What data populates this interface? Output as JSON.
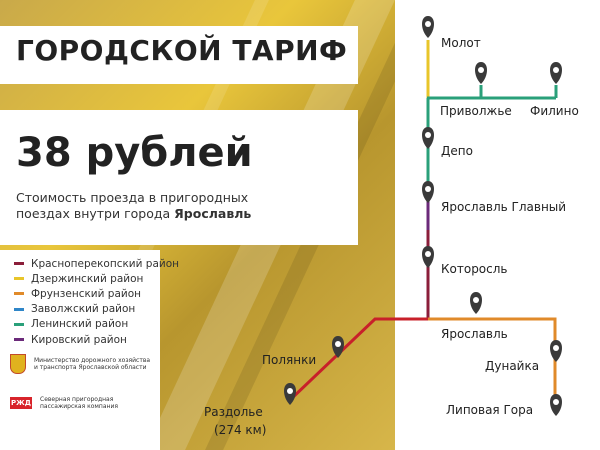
{
  "poster": {
    "title": "ГОРОДСКОЙ ТАРИФ",
    "price": "38 рублей",
    "subtitle_line1": "Стоимость проезда в пригородных",
    "subtitle_line2_prefix": "поездах внутри города ",
    "subtitle_line2_city": "Ярославль"
  },
  "legend": [
    {
      "label": "Красноперекопский район",
      "color": "#8b1e3a"
    },
    {
      "label": "Дзержинский район",
      "color": "#e8c52a"
    },
    {
      "label": "Фрунзенский район",
      "color": "#e08a2a"
    },
    {
      "label": "Заволжский район",
      "color": "#2f86c8"
    },
    {
      "label": "Ленинский район",
      "color": "#2aa07a"
    },
    {
      "label": "Кировский район",
      "color": "#6b2a7a"
    }
  ],
  "logos": {
    "ministry": "Министерство дорожного хозяйства и транспорта Ярославской области",
    "rzd_mark": "РЖД",
    "company": "Северная пригородная пассажирская компания"
  },
  "stations": [
    {
      "id": "molot",
      "name": "Молот"
    },
    {
      "id": "privolzhye",
      "name": "Приволжье"
    },
    {
      "id": "filino",
      "name": "Филино"
    },
    {
      "id": "depo",
      "name": "Депо"
    },
    {
      "id": "yar-glavny",
      "name": "Ярославль Главный"
    },
    {
      "id": "kotorosl",
      "name": "Которосль"
    },
    {
      "id": "yaroslavl",
      "name": "Ярославль"
    },
    {
      "id": "polyanki",
      "name": "Полянки"
    },
    {
      "id": "razdolye",
      "name": "Раздолье"
    },
    {
      "id": "dunaika",
      "name": "Дунайка"
    },
    {
      "id": "lipovaya",
      "name": "Липовая Гора"
    }
  ],
  "razdolye_distance": "(274 км)",
  "colors": {
    "yellow": "#e8c52a",
    "green": "#2aa07a",
    "purple": "#6b2a7a",
    "maroon": "#8b1e3a",
    "red": "#c8202a",
    "orange": "#e08a2a",
    "pin": "#3a3a3a"
  }
}
